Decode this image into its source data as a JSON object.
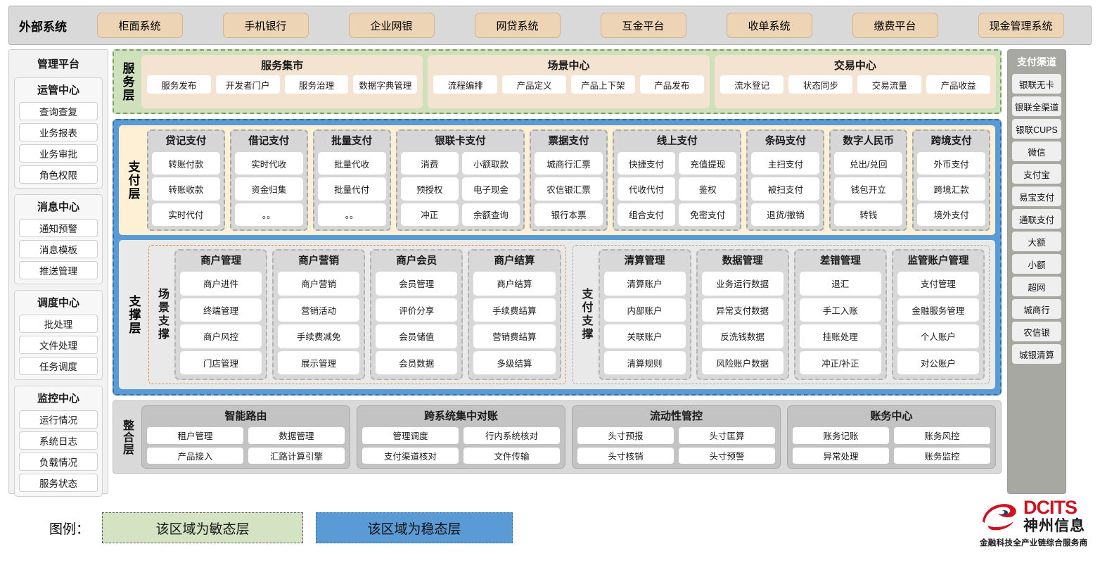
{
  "external": {
    "title": "外部系统",
    "items": [
      "柜面系统",
      "手机银行",
      "企业网银",
      "网贷系统",
      "互金平台",
      "收单系统",
      "缴费平台",
      "现金管理系统"
    ]
  },
  "admin": {
    "title": "管理平台",
    "groups": [
      {
        "title": "运管中心",
        "items": [
          "查询查复",
          "业务报表",
          "业务审批",
          "角色权限"
        ]
      },
      {
        "title": "消息中心",
        "items": [
          "通知预警",
          "消息模板",
          "推送管理"
        ]
      },
      {
        "title": "调度中心",
        "items": [
          "批处理",
          "文件处理",
          "任务调度"
        ]
      },
      {
        "title": "监控中心",
        "items": [
          "运行情况",
          "系统日志",
          "负载情况",
          "服务状态"
        ]
      }
    ]
  },
  "channels": {
    "title": "支付渠道",
    "items": [
      "银联无卡",
      "银联全渠道",
      "银联CUPS",
      "微信",
      "支付宝",
      "易宝支付",
      "通联支付",
      "大额",
      "小额",
      "超网",
      "城商行",
      "农信银",
      "城银清算"
    ]
  },
  "service_layer": {
    "label": "服务层",
    "boxes": [
      {
        "title": "服务集市",
        "items": [
          "服务发布",
          "开发者门户",
          "服务治理",
          "数据字典管理"
        ]
      },
      {
        "title": "场景中心",
        "items": [
          "流程编排",
          "产品定义",
          "产品上下架",
          "产品发布"
        ]
      },
      {
        "title": "交易中心",
        "items": [
          "流水登记",
          "状态同步",
          "交易流量",
          "产品收益"
        ]
      }
    ]
  },
  "payment_layer": {
    "label": "支付层",
    "columns": [
      {
        "title": "贷记支付",
        "cols": 1,
        "items": [
          "转账付款",
          "转账收款",
          "实时代付"
        ]
      },
      {
        "title": "借记支付",
        "cols": 1,
        "items": [
          "实时代收",
          "资金归集",
          "。。"
        ]
      },
      {
        "title": "批量支付",
        "cols": 1,
        "items": [
          "批量代收",
          "批量代付",
          "。。"
        ]
      },
      {
        "title": "银联卡支付",
        "cols": 2,
        "items": [
          "消费",
          "小额取款",
          "预授权",
          "电子现金",
          "冲正",
          "余额查询"
        ]
      },
      {
        "title": "票据支付",
        "cols": 1,
        "items": [
          "城商行汇票",
          "农信银汇票",
          "银行本票"
        ]
      },
      {
        "title": "线上支付",
        "cols": 2,
        "items": [
          "快捷支付",
          "充值提现",
          "代收代付",
          "鉴权",
          "组合支付",
          "免密支付"
        ]
      },
      {
        "title": "条码支付",
        "cols": 1,
        "items": [
          "主扫支付",
          "被扫支付",
          "退货/撤销"
        ]
      },
      {
        "title": "数字人民币",
        "cols": 1,
        "items": [
          "兑出/兑回",
          "钱包开立",
          "转钱"
        ]
      },
      {
        "title": "跨境支付",
        "cols": 1,
        "items": [
          "外币支付",
          "跨境汇款",
          "境外支付"
        ]
      }
    ]
  },
  "support_layer": {
    "label": "支撑层",
    "groups": [
      {
        "label": "场景支撑",
        "style": "scene",
        "columns": [
          {
            "title": "商户管理",
            "items": [
              "商户进件",
              "终端管理",
              "商户风控",
              "门店管理"
            ]
          },
          {
            "title": "商户营销",
            "items": [
              "商户营销",
              "营销活动",
              "手续费减免",
              "展示管理"
            ]
          },
          {
            "title": "商户会员",
            "items": [
              "会员管理",
              "评价分享",
              "会员储值",
              "会员数据"
            ]
          },
          {
            "title": "商户结算",
            "items": [
              "商户结算",
              "手续费结算",
              "营销费结算",
              "多级结算"
            ]
          }
        ]
      },
      {
        "label": "支付支撑",
        "style": "paysup",
        "columns": [
          {
            "title": "清算管理",
            "items": [
              "清算账户",
              "内部账户",
              "关联账户",
              "清算规则"
            ]
          },
          {
            "title": "数据管理",
            "items": [
              "业务运行数据",
              "异常支付数据",
              "反洗钱数据",
              "风险账户数据"
            ]
          },
          {
            "title": "差错管理",
            "items": [
              "退汇",
              "手工入账",
              "挂账处理",
              "冲正/补正"
            ]
          },
          {
            "title": "监管账户管理",
            "items": [
              "支付管理",
              "金融服务管理",
              "个人账户",
              "对公账户"
            ]
          }
        ]
      }
    ]
  },
  "integration_layer": {
    "label": "整合层",
    "boxes": [
      {
        "title": "智能路由",
        "rows": [
          [
            "租户管理",
            "数据管理"
          ],
          [
            "产品接入",
            "汇路计算引擎"
          ]
        ]
      },
      {
        "title": "跨系统集中对账",
        "rows": [
          [
            "管理调度",
            "行内系统核对"
          ],
          [
            "支付渠道核对",
            "文件传输"
          ]
        ]
      },
      {
        "title": "流动性管控",
        "rows": [
          [
            "头寸预报",
            "头寸匡算"
          ],
          [
            "头寸核销",
            "头寸预警"
          ]
        ]
      },
      {
        "title": "账务中心",
        "rows": [
          [
            "账务记账",
            "账务风控"
          ],
          [
            "异常处理",
            "账务监控"
          ]
        ]
      }
    ]
  },
  "legend": {
    "label": "图例：",
    "agile": "该区域为敏态层",
    "stable": "该区域为稳态层",
    "agile_color": "#d4e3c2",
    "stable_color": "#5b9bd5"
  },
  "logo": {
    "en": "DCITS",
    "cn": "神州信息",
    "tagline": "金融科技全产业链综合服务商",
    "brand_color": "#cf1220"
  }
}
